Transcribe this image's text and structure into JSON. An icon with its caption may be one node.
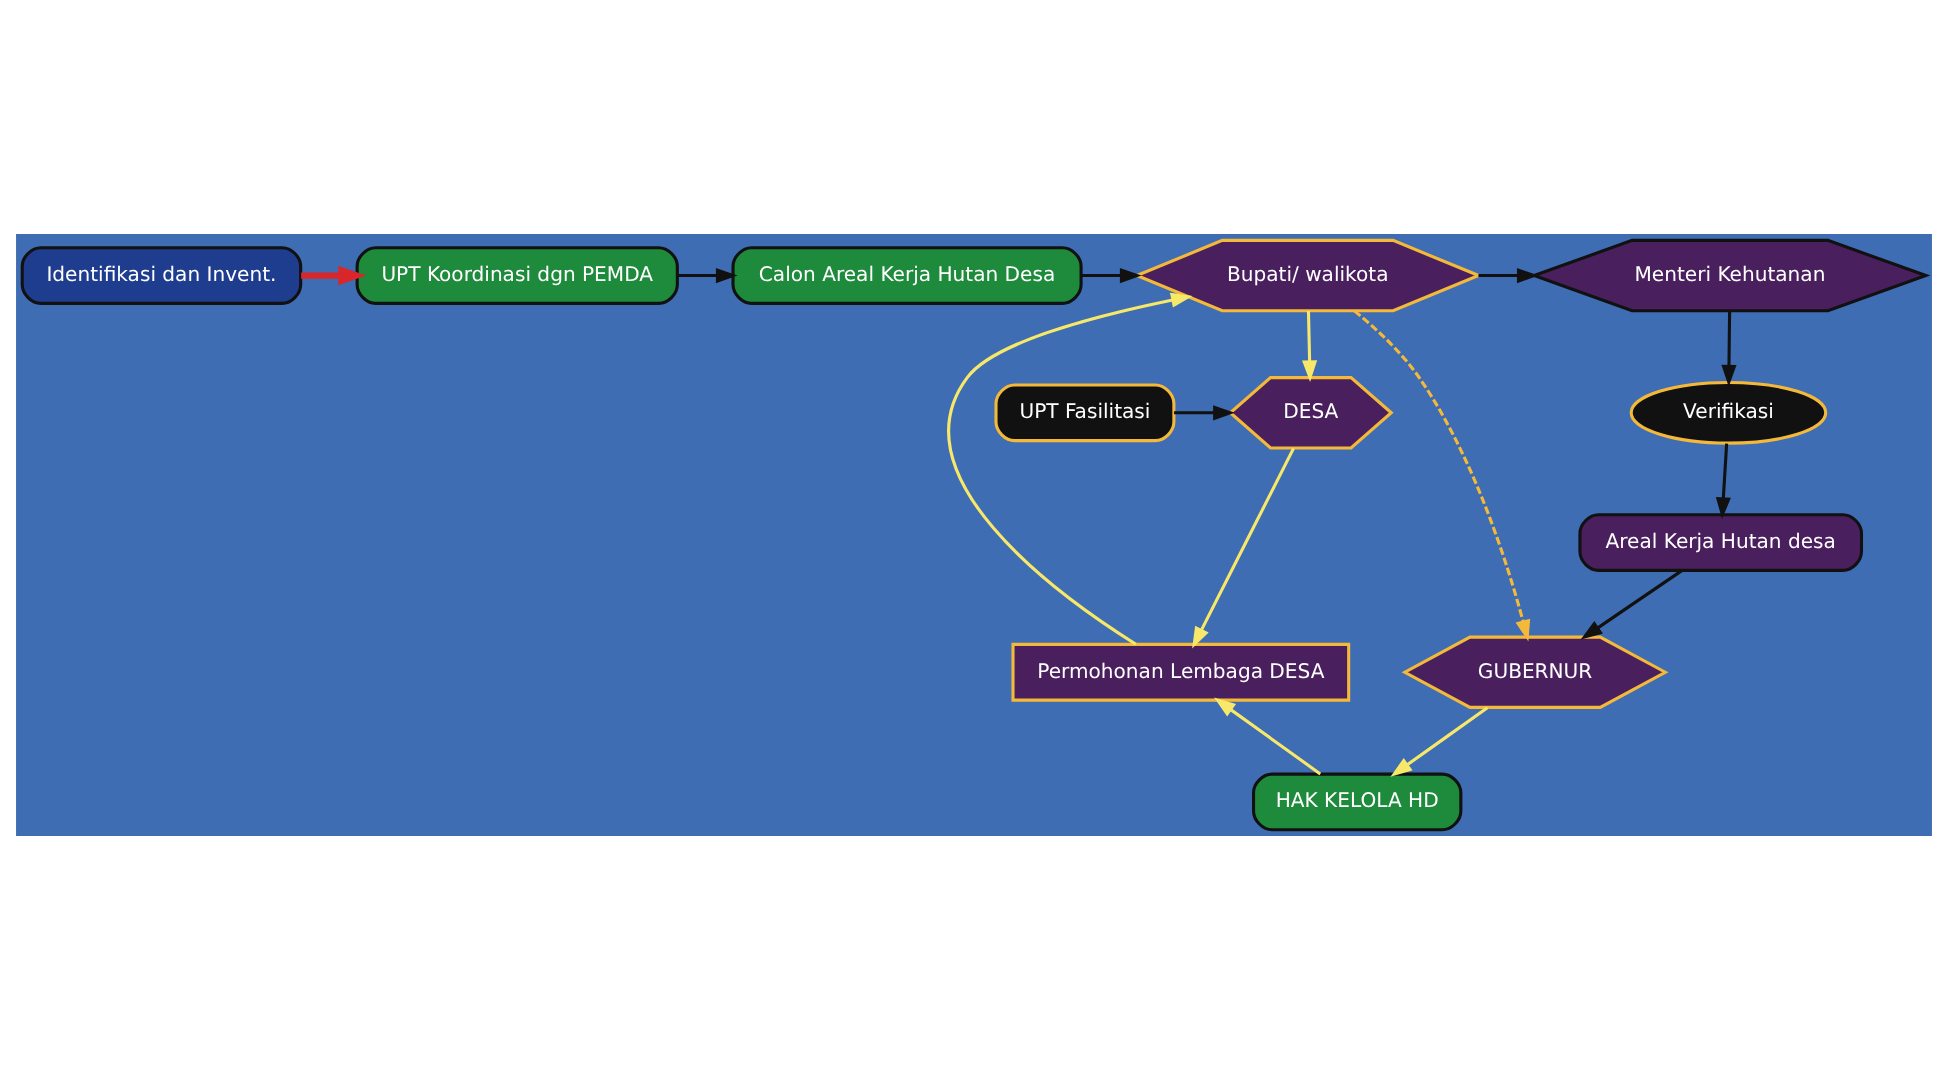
{
  "diagram": {
    "nodes": [
      {
        "text": [
          "Identifikasi dan Invent."
        ]
      },
      {
        "text": [
          "UPT Koordinasi dgn PEMDA"
        ]
      },
      {
        "text": [
          "Calon Areal Kerja Hutan Desa"
        ]
      },
      {
        "text": [
          "Bupati/ walikota"
        ]
      },
      {
        "text": [
          "Menteri Kehutanan"
        ]
      },
      {
        "text": [
          "Verifikasi"
        ]
      },
      {
        "text": [
          "Areal Kerja Hutan desa"
        ]
      },
      {
        "text": [
          "GUBERNUR"
        ]
      },
      {
        "text": [
          "UPT Fasilitasi"
        ]
      },
      {
        "text": [
          "DESA"
        ]
      },
      {
        "text": [
          "Permohonan Lembaga DESA"
        ]
      },
      {
        "text": [
          "HAK KELOLA HD"
        ]
      }
    ],
    "edges": [
      {
        "from": 0,
        "to": 1,
        "arrow": "to",
        "style": "thick",
        "color": "#d9262b"
      },
      {
        "from": 1,
        "to": 2,
        "arrow": "to"
      },
      {
        "from": 2,
        "to": 3,
        "arrow": "to"
      },
      {
        "from": 3,
        "to": 4,
        "arrow": "to"
      },
      {
        "from": 4,
        "to": 5,
        "arrow": "to"
      },
      {
        "from": 5,
        "to": 6,
        "arrow": "to"
      },
      {
        "from": 6,
        "to": 7,
        "arrow": "to"
      },
      {
        "from": 8,
        "to": 9,
        "arrow": "to"
      },
      {
        "from": 3,
        "to": 9,
        "arrow": "to",
        "color": "#f7e86a"
      },
      {
        "from": 9,
        "to": 10,
        "arrow": "to",
        "color": "#f7e86a"
      },
      {
        "from": 10,
        "to": 3,
        "arrow": "to",
        "color": "#f7e86a"
      },
      {
        "from": 3,
        "to": 7,
        "arrow": "to",
        "style": "dashed",
        "color": "#f5b93a"
      },
      {
        "from": 7,
        "to": 11,
        "arrow": "to",
        "color": "#f7e86a"
      },
      {
        "from": 11,
        "to": 10,
        "arrow": "to",
        "color": "#f7e86a"
      }
    ]
  }
}
